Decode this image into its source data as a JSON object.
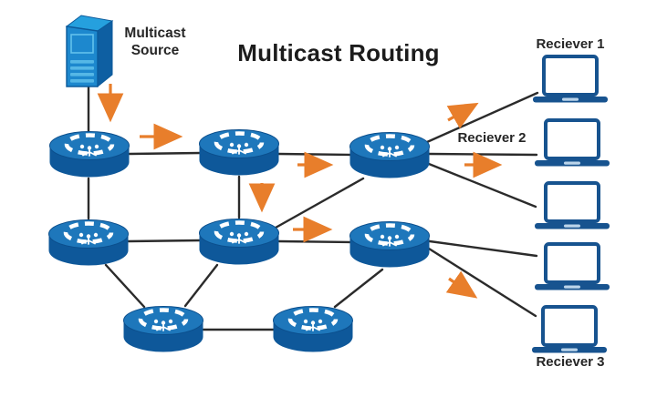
{
  "title": "Multicast Routing",
  "source": {
    "label": "Multicast Source",
    "icon": "server-icon"
  },
  "receivers": [
    {
      "label": "Reciever 1"
    },
    {
      "label": "Reciever 2"
    },
    {
      "label": "Reciever 3"
    }
  ],
  "network": {
    "router_count": 8,
    "receiver_laptop_count": 5,
    "flow_arrow_count": 8,
    "router_icon": "router-icon",
    "receiver_icon": "laptop-icon"
  },
  "colors": {
    "router_body_blue": "#0E589A",
    "router_top_blue": "#1E77BB",
    "server_front_blue": "#1D88CE",
    "laptop_blue": "#17538F",
    "arrow_orange": "#E87E2B",
    "link_black": "#2B2B2B",
    "text_dark": "#1C1C1C"
  }
}
